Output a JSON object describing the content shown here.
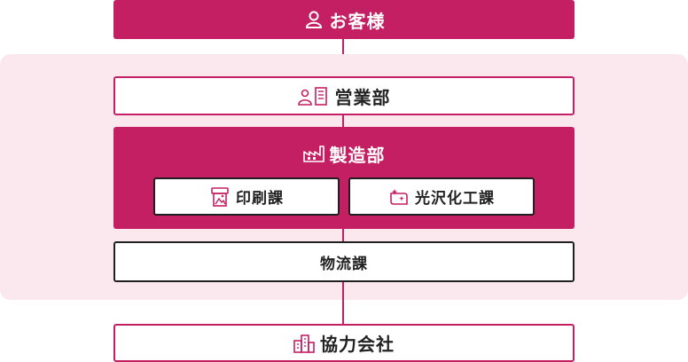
{
  "customer": {
    "label": "お客様",
    "icon": "person-icon"
  },
  "group": {
    "sales": {
      "label": "営業部",
      "icon": "salesperson-building-icon"
    },
    "manufacturing": {
      "label": "製造部",
      "icon": "factory-icon",
      "sections": [
        {
          "label": "印刷課",
          "icon": "printer-icon"
        },
        {
          "label": "光沢化工課",
          "icon": "gloss-sheet-icon"
        }
      ]
    },
    "logistics": {
      "label": "物流課"
    }
  },
  "partner": {
    "label": "協力会社",
    "icon": "buildings-icon"
  },
  "colors": {
    "accent": "#c41f62",
    "panel": "#fbe8ef"
  }
}
